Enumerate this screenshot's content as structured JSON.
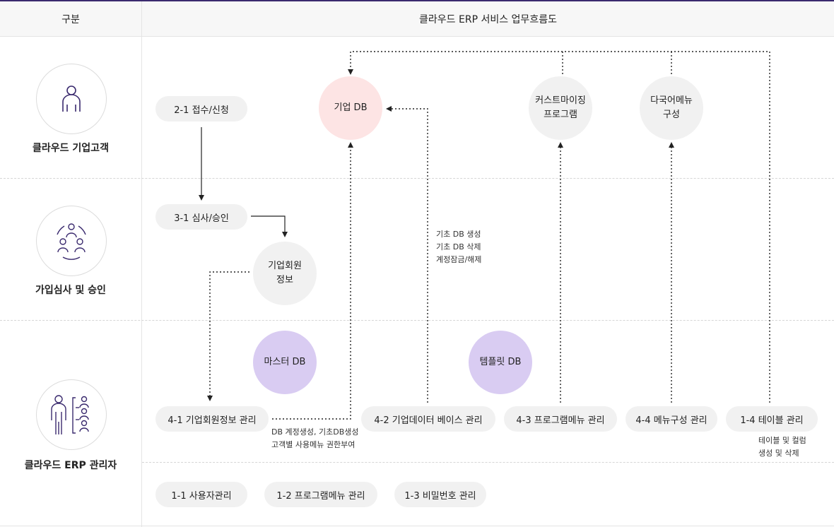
{
  "header": {
    "category": "구분",
    "title": "클라우드 ERP 서비스 업무흐름도"
  },
  "actors": [
    {
      "label": "클라우드 기업고객",
      "icon": "single-person-icon"
    },
    {
      "label": "가입심사 및 승인",
      "icon": "team-group-icon"
    },
    {
      "label": "클라우드 ERP 관리자",
      "icon": "admin-people-icon"
    }
  ],
  "nodes": {
    "apply": "2-1 접수/신청",
    "review": "3-1 심사/승인",
    "corp_info": [
      "기업회원",
      "정보"
    ],
    "corp_db": "기업 DB",
    "custom_program": [
      "커스트마이징",
      "프로그램"
    ],
    "multilang_menu": [
      "다국어메뉴",
      "구성"
    ],
    "master_db": "마스터 DB",
    "template_db": "템플릿 DB",
    "corp_member_mgmt": "4-1 기업회원정보 관리",
    "corp_data_mgmt": "4-2 기업데이터 베이스 관리",
    "program_menu_mgmt": "4-3 프로그램메뉴 관리",
    "menu_config_mgmt": "4-4 메뉴구성 관리",
    "table_mgmt": "1-4 테이블 관리",
    "user_mgmt": "1-1 사용자관리",
    "program_menu_mgmt_2": "1-2 프로그램메뉴 관리",
    "password_mgmt": "1-3 비밀번호 관리"
  },
  "notes": {
    "db_ops": "기초 DB 생성\n기초 DB 삭제\n계정잠금/해제",
    "account_ops": "DB 계정생성, 기초DB생성\n고객별 사용메뉴 권한부여",
    "table_ops": "테이블 및 컬럼\n생성 및 삭제"
  },
  "colors": {
    "accent_line": "#3a2a6e",
    "corp_db_fill": "#fde4e4",
    "master_db_fill": "#d9ccf2",
    "template_db_fill": "#d9ccf2",
    "node_fill": "#f1f1f1"
  }
}
